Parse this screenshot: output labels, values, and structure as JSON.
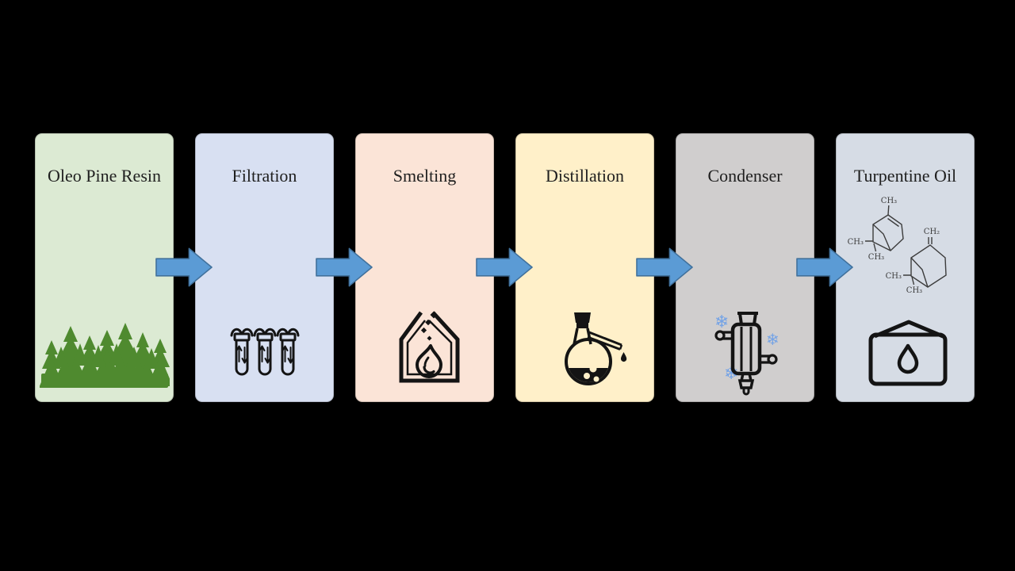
{
  "stages": [
    {
      "label": "Oleo Pine Resin",
      "bg": "#dcead3",
      "icon": "pine-forest"
    },
    {
      "label": "Filtration",
      "bg": "#d8e0f2",
      "icon": "filter-cartridges"
    },
    {
      "label": "Smelting",
      "bg": "#fbe4d7",
      "icon": "furnace-fire"
    },
    {
      "label": "Distillation",
      "bg": "#fff0c9",
      "icon": "distillation-flask"
    },
    {
      "label": "Condenser",
      "bg": "#d0cece",
      "icon": "condenser-tube"
    },
    {
      "label": "Turpentine Oil",
      "bg": "#d6dce5",
      "icon": "oil-canister"
    }
  ],
  "molecules": {
    "alpha_pinene": {
      "methyl_top": "CH₃",
      "methyl_left": "CH₃",
      "methyl_bottom": "CH₃"
    },
    "beta_pinene": {
      "methylene_top": "CH₂",
      "methyl_left": "CH₃",
      "methyl_bottom": "CH₃"
    }
  },
  "icons": {
    "snowflake_glyph": "❄"
  },
  "colors": {
    "background": "#000000",
    "arrow_fill": "#5b9bd5",
    "arrow_stroke": "#41719c",
    "title_ink": "#1f1f1f",
    "icon_ink": "#141414",
    "forest_green": "#4f8a2f",
    "snowflake_blue": "#74a3e6",
    "structure_ink": "#3c3c3c"
  }
}
